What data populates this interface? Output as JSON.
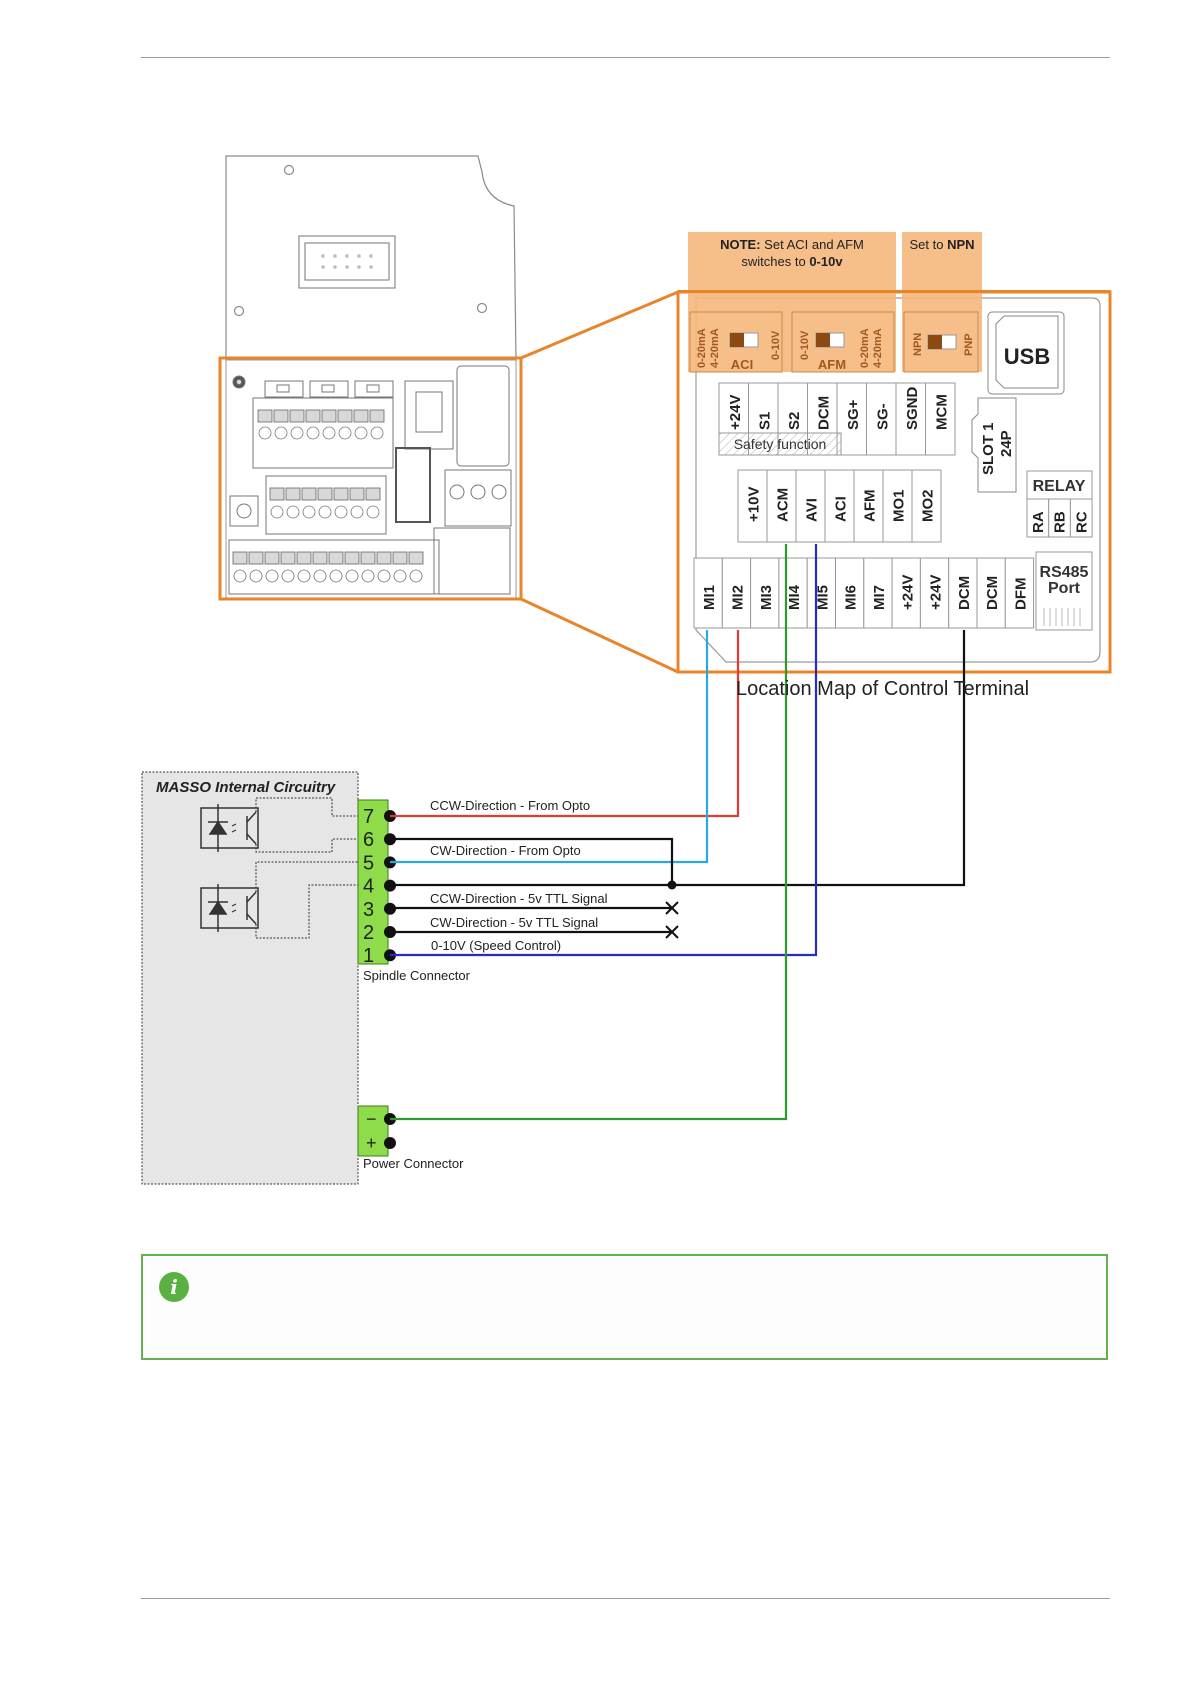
{
  "page": {
    "header_rule": true,
    "footer_rule": true
  },
  "colors": {
    "highlight_orange": "#e8852a",
    "note_fill": "#f5b77c",
    "connector_green": "#8fdc4a",
    "wire_red": "#e53935",
    "wire_cyan": "#29a9e0",
    "wire_green": "#2e9a2e",
    "wire_blue": "#2b2bc4",
    "wire_black": "#111111",
    "info_green": "#5bb043"
  },
  "notes": {
    "aci_afm_bold": "NOTE:",
    "aci_afm_line1": " Set ACI and AFM",
    "aci_afm_line2_pre": "switches to ",
    "aci_afm_line2_bold": "0-10v",
    "npn_pre": "Set to ",
    "npn_bold": "NPN"
  },
  "switches": [
    {
      "name": "ACI",
      "left_labels": [
        "0-20mA",
        "4-20mA"
      ],
      "right_labels": [
        "0-10V"
      ]
    },
    {
      "name": "AFM",
      "left_labels": [
        "0-10V"
      ],
      "right_labels": [
        "0-20mA",
        "4-20mA"
      ]
    },
    {
      "name": "",
      "left_labels": [
        "NPN"
      ],
      "right_labels": [
        "PNP"
      ]
    }
  ],
  "terminal_map": {
    "usb_label": "USB",
    "slot_label_1": "SLOT 1",
    "slot_label_2": "24P",
    "relay_label": "RELAY",
    "relay_terminals": [
      "RA",
      "RB",
      "RC"
    ],
    "rs485_line1": "RS485",
    "rs485_line2": "Port",
    "row1": [
      "+24V",
      "S1",
      "S2",
      "DCM",
      "SG+",
      "SG-",
      "SGND",
      "MCM"
    ],
    "safety_label": "Safety function",
    "row2": [
      "+10V",
      "ACM",
      "AVI",
      "ACI",
      "AFM",
      "MO1",
      "MO2"
    ],
    "row3": [
      "MI1",
      "MI2",
      "MI3",
      "MI4",
      "MI5",
      "MI6",
      "MI7",
      "+24V",
      "+24V",
      "DCM",
      "DCM",
      "DFM"
    ],
    "caption": "Location Map of Control Terminal"
  },
  "masso": {
    "title": "MASSO Internal Circuitry",
    "spindle_connector_label": "Spindle Connector",
    "power_connector_label": "Power Connector",
    "spindle_pins": [
      "7",
      "6",
      "5",
      "4",
      "3",
      "2",
      "1"
    ],
    "power_pins": [
      "−",
      "+"
    ]
  },
  "wires": [
    {
      "pin": "7",
      "label": "CCW-Direction - From Opto",
      "color": "red",
      "to": "MI2"
    },
    {
      "pin": "6",
      "label": "",
      "color": "black",
      "to": "junction-pin4"
    },
    {
      "pin": "5",
      "label": "CW-Direction - From Opto",
      "color": "cyan",
      "to": "MI1"
    },
    {
      "pin": "4",
      "label": "",
      "color": "black",
      "to": "DCM"
    },
    {
      "pin": "3",
      "label": "CCW-Direction - 5v TTL Signal",
      "color": "black",
      "to": "not-connected"
    },
    {
      "pin": "2",
      "label": "CW-Direction - 5v TTL Signal",
      "color": "black",
      "to": "not-connected"
    },
    {
      "pin": "1",
      "label": "0-10V (Speed Control)",
      "color": "blue",
      "to": "AVI"
    },
    {
      "pin": "power-minus",
      "label": "",
      "color": "green",
      "to": "ACM"
    }
  ],
  "info_box": {
    "icon": "info-icon",
    "glyph": "i",
    "text": ""
  }
}
